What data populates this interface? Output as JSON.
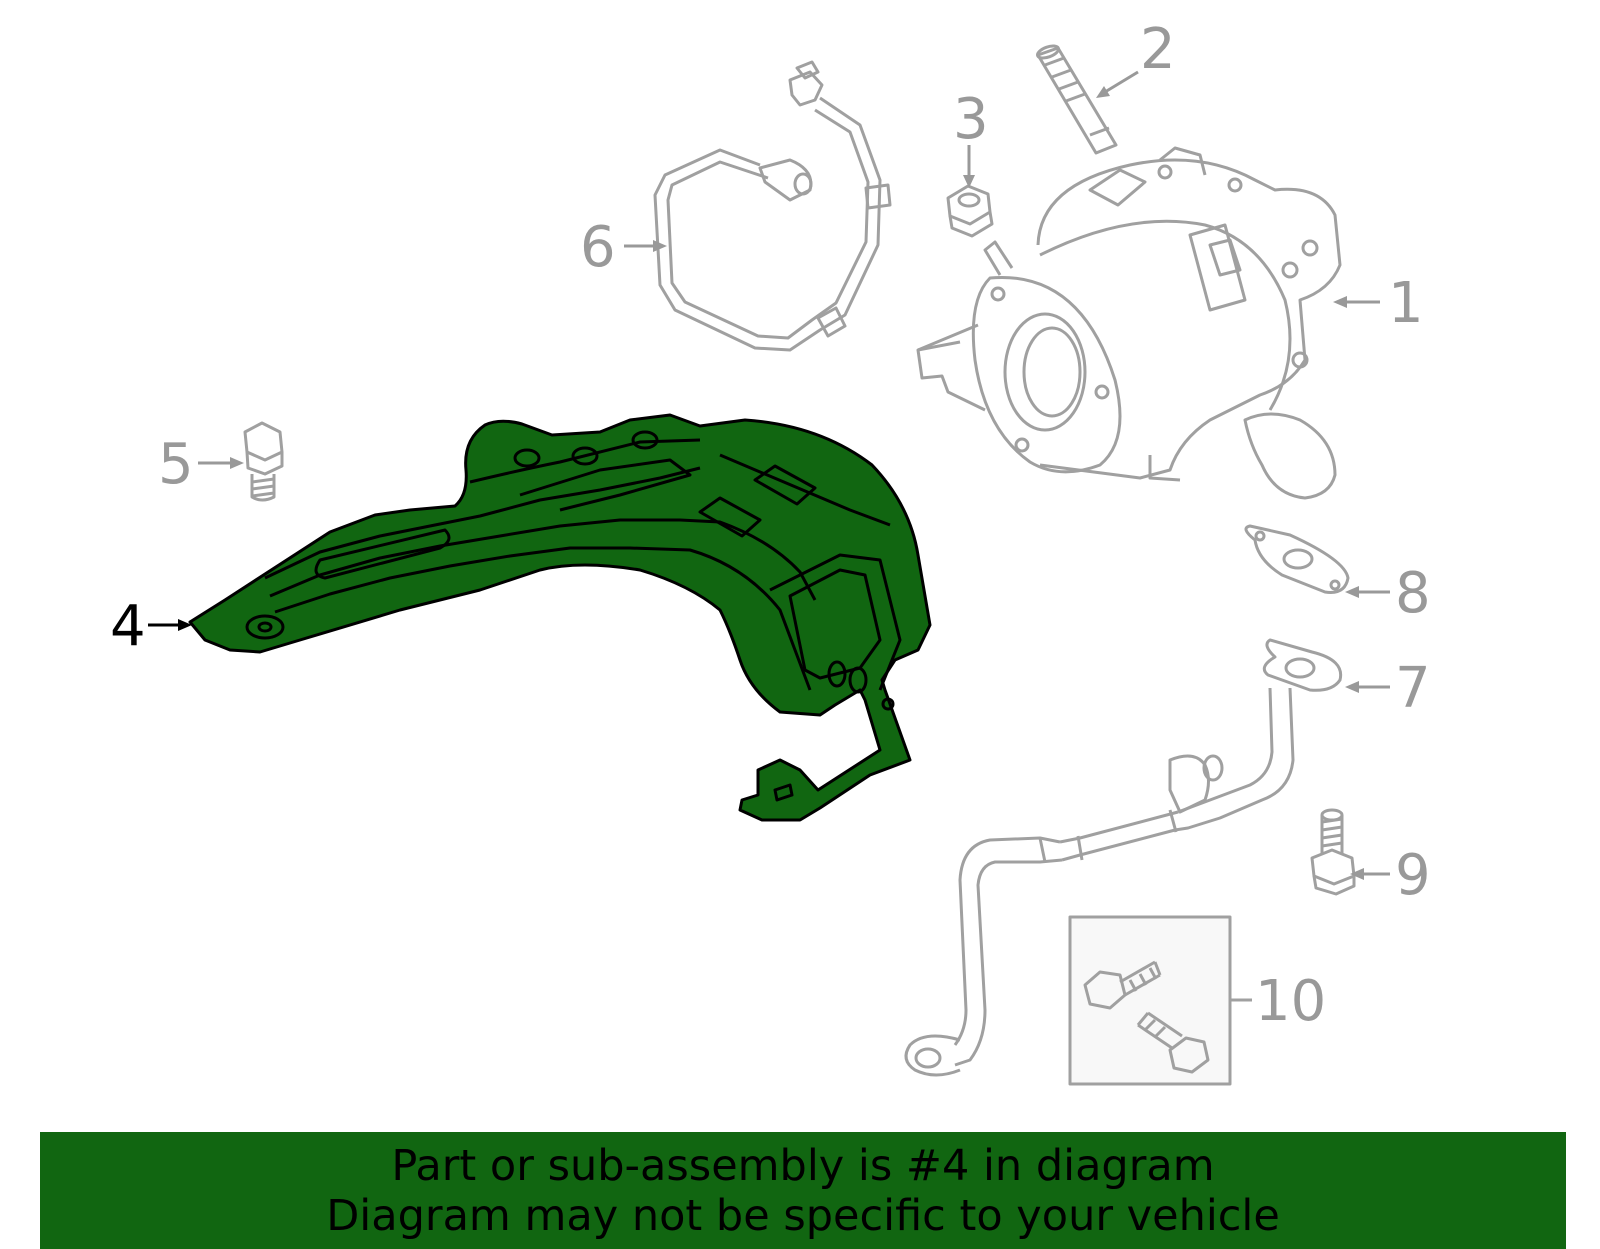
{
  "callouts": {
    "c1": "1",
    "c2": "2",
    "c3": "3",
    "c4": "4",
    "c5": "5",
    "c6": "6",
    "c7": "7",
    "c8": "8",
    "c9": "9",
    "c10": "10"
  },
  "highlight_part": "4",
  "banner": {
    "line1": "Part or sub-assembly is #4 in diagram",
    "line2": "Diagram may not be specific to your vehicle"
  },
  "colors": {
    "highlight": "#116611",
    "outline_gray": "#a0a0a0",
    "callout_gray": "#999999",
    "callout_active": "#000000",
    "banner_bg": "#116611"
  }
}
